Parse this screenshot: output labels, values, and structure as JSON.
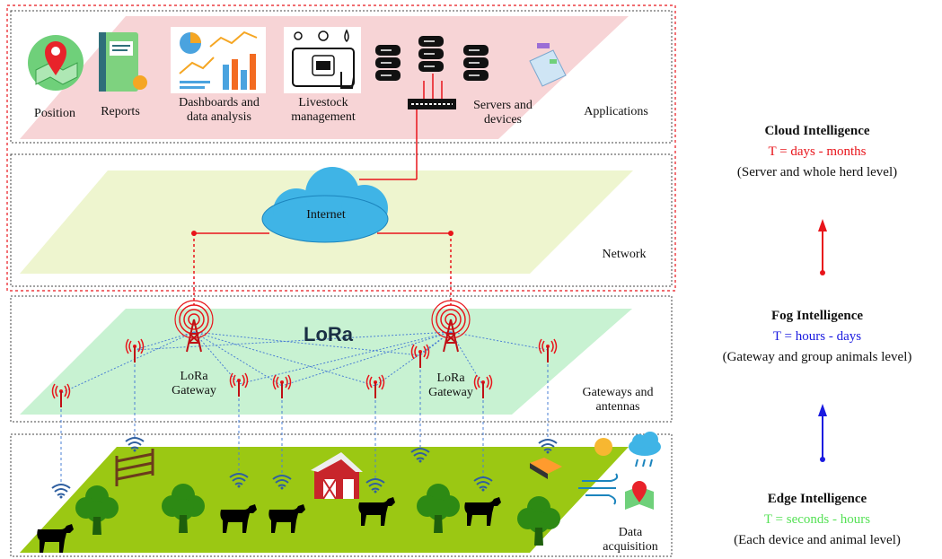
{
  "layers": {
    "applications": "Applications",
    "network": "Network",
    "gateways": [
      "Gateways and",
      "antennas"
    ],
    "data": [
      "Data",
      "acquisition"
    ]
  },
  "apps": {
    "position": "Position",
    "reports": "Reports",
    "dashboards": [
      "Dashboards and",
      "data analysis"
    ],
    "livestock": [
      "Livestock",
      "management"
    ],
    "servers": [
      "Servers and",
      "devices"
    ]
  },
  "internet": "Internet",
  "lora_logo": "LoRa",
  "gateway": [
    "LoRa",
    "Gateway"
  ],
  "tiers": {
    "cloud": {
      "title": "Cloud Intelligence",
      "time": "T = days - months",
      "desc": "(Server and whole herd level)",
      "color": "#e8151b"
    },
    "fog": {
      "title": "Fog Intelligence",
      "time": "T = hours - days",
      "desc": "(Gateway and group animals level)",
      "color": "#1a1ae0"
    },
    "edge": {
      "title": "Edge Intelligence",
      "time": "T = seconds - hours",
      "desc": "(Each device and animal level)",
      "color": "#56e156"
    }
  },
  "colors": {
    "app_band": "#f7d4d6",
    "network_band": "#eef5cf",
    "gateway_band": "#c8f2d2",
    "field": "#9bc813",
    "link_red": "#e8151b",
    "link_blue": "#4a7fd4"
  }
}
